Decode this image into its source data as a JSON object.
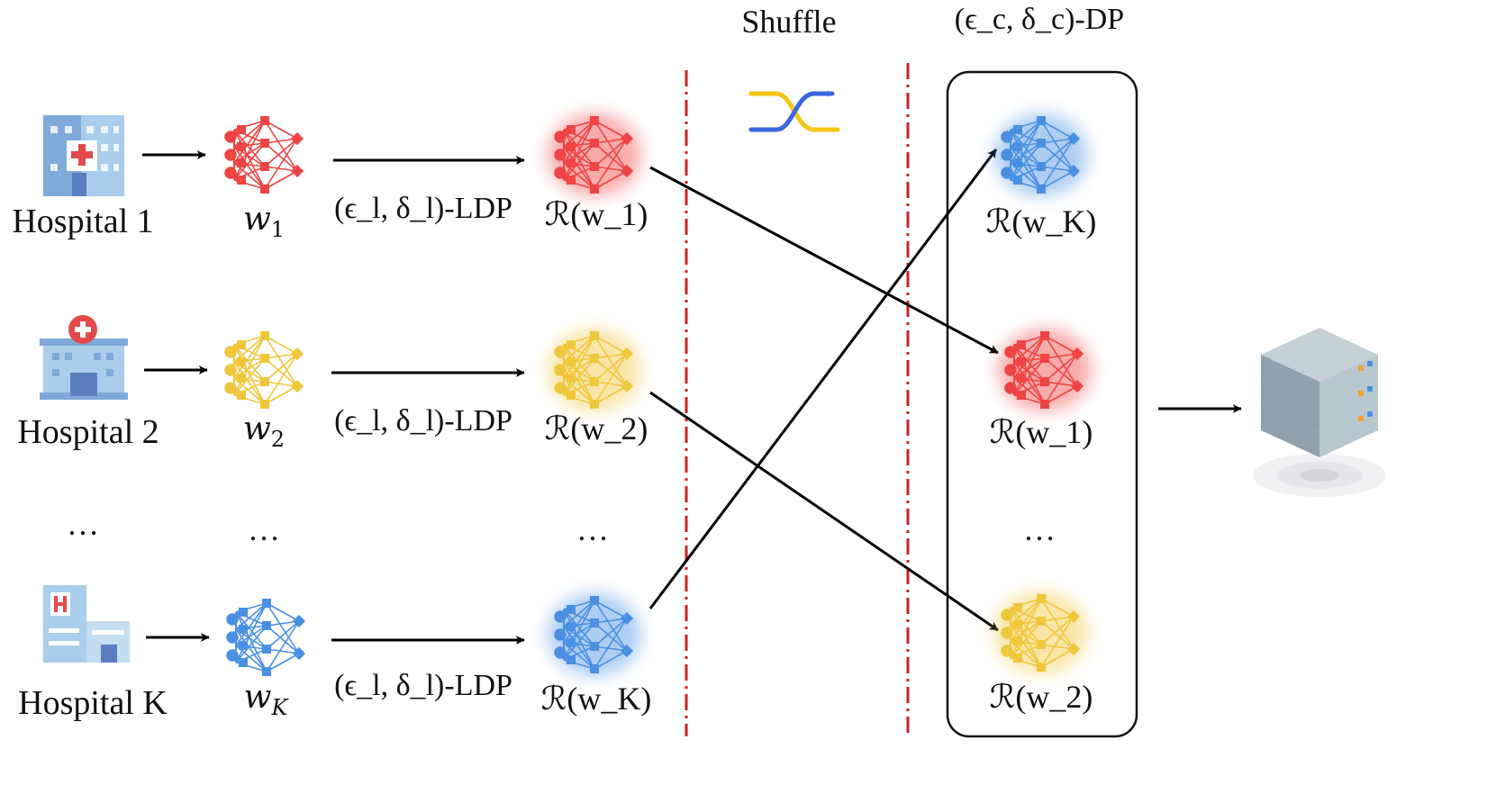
{
  "hospitals": [
    {
      "label": "Hospital 1",
      "weight": "w",
      "sub": "1",
      "ldp": "(ϵ_l, δ_l)-LDP",
      "out": "ℛ(w_1)",
      "color": "#ee4444"
    },
    {
      "label": "Hospital 2",
      "weight": "w",
      "sub": "2",
      "ldp": "(ϵ_l, δ_l)-LDP",
      "out": "ℛ(w_2)",
      "color": "#f0c73c"
    },
    {
      "label": "Hospital K",
      "weight": "w",
      "sub": "K",
      "ldp": "(ϵ_l, δ_l)-LDP",
      "out": "ℛ(w_K)",
      "color": "#4a90e2"
    }
  ],
  "ellipsis": "…",
  "shuffle_label": "Shuffle",
  "cdp_label": "(ϵ_c, δ_c)-DP",
  "shuffled": [
    {
      "out": "ℛ(w_K)",
      "color": "#4a90e2"
    },
    {
      "out": "ℛ(w_1)",
      "color": "#ee4444"
    },
    {
      "out": "ℛ(w_2)",
      "color": "#f0c73c"
    }
  ],
  "colors": {
    "divider": "#cc2222",
    "arrow": "#000000",
    "shuffle_yellow": "#f5c518",
    "shuffle_blue": "#3a66e0"
  }
}
